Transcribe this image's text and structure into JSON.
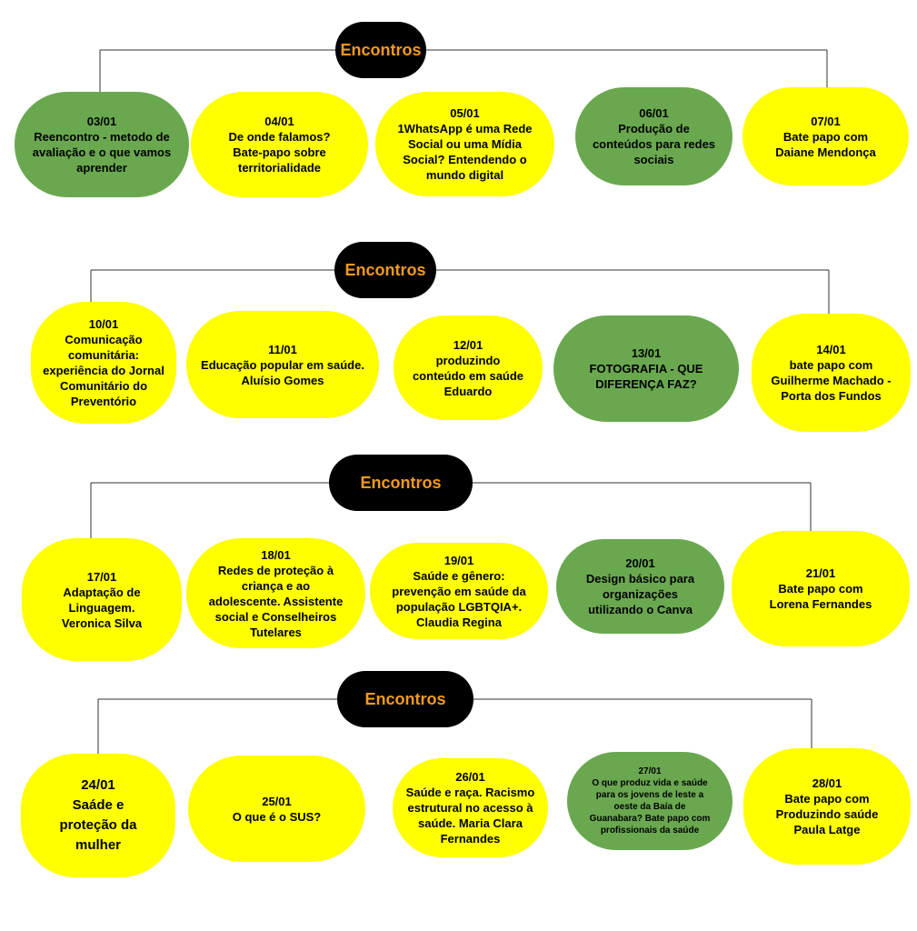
{
  "colors": {
    "header_bg": "#000000",
    "header_text": "#F29A1E",
    "node_yellow": "#FFFF00",
    "node_green": "#6AA84F",
    "line": "#333333"
  },
  "rows": [
    {
      "header": "Encontros",
      "nodes": [
        {
          "color": "green",
          "text": "03/01\nReencontro - metodo de\navaliação e o que vamos\naprender"
        },
        {
          "color": "yellow",
          "text": "04/01\nDe onde falamos?\nBate-papo sobre\nterritorialidade"
        },
        {
          "color": "yellow",
          "text": "05/01\n1WhatsApp é uma Rede\nSocial ou uma Mídia\nSocial? Entendendo o\nmundo digital"
        },
        {
          "color": "green",
          "text": "06/01\nProdução de\nconteúdos para redes\nsociais"
        },
        {
          "color": "yellow",
          "text": "07/01\nBate papo com\nDaiane Mendonça"
        }
      ]
    },
    {
      "header": "Encontros",
      "nodes": [
        {
          "color": "yellow",
          "text": "10/01\nComunicação\ncomunitária:\nexperiência do Jornal\nComunitário do\nPreventório"
        },
        {
          "color": "yellow",
          "text": "11/01\nEducação popular em saúde.\nAluísio Gomes"
        },
        {
          "color": "yellow",
          "text": "12/01\nproduzindo\nconteúdo em saúde\nEduardo"
        },
        {
          "color": "green",
          "text": "13/01\nFOTOGRAFIA - QUE\nDIFERENÇA FAZ?"
        },
        {
          "color": "yellow",
          "text": "14/01\nbate papo com\nGuilherme Machado -\nPorta dos Fundos"
        }
      ]
    },
    {
      "header": "Encontros",
      "nodes": [
        {
          "color": "yellow",
          "text": "17/01\nAdaptação de\nLinguagem.\nVeronica Silva"
        },
        {
          "color": "yellow",
          "text": "18/01\nRedes de proteção à\ncriança e ao\nadolescente. Assistente\nsocial e Conselheiros\nTutelares"
        },
        {
          "color": "yellow",
          "text": "19/01\nSaúde e gênero:\nprevenção em saúde da\npopulação LGBTQIA+.\nClaudia Regina"
        },
        {
          "color": "green",
          "text": "20/01\nDesign básico para\norganizações\nutilizando o Canva"
        },
        {
          "color": "yellow",
          "text": "21/01\nBate papo com\nLorena Fernandes"
        }
      ]
    },
    {
      "header": "Encontros",
      "nodes": [
        {
          "color": "yellow",
          "text": "24/01\nSaáde e\nproteção da\nmulher"
        },
        {
          "color": "yellow",
          "text": "25/01\nO que é o SUS?"
        },
        {
          "color": "yellow",
          "text": "26/01\nSaúde e raça. Racismo\nestrutural no acesso à\nsaúde. Maria Clara\nFernandes"
        },
        {
          "color": "green",
          "text": "27/01\nO que produz vida e saúde\npara os jovens de leste a\noeste da Baía de\nGuanabara? Bate papo com\nprofissionais da saúde"
        },
        {
          "color": "yellow",
          "text": "28/01\nBate papo com\nProduzindo saúde\nPaula Latge"
        }
      ]
    }
  ]
}
